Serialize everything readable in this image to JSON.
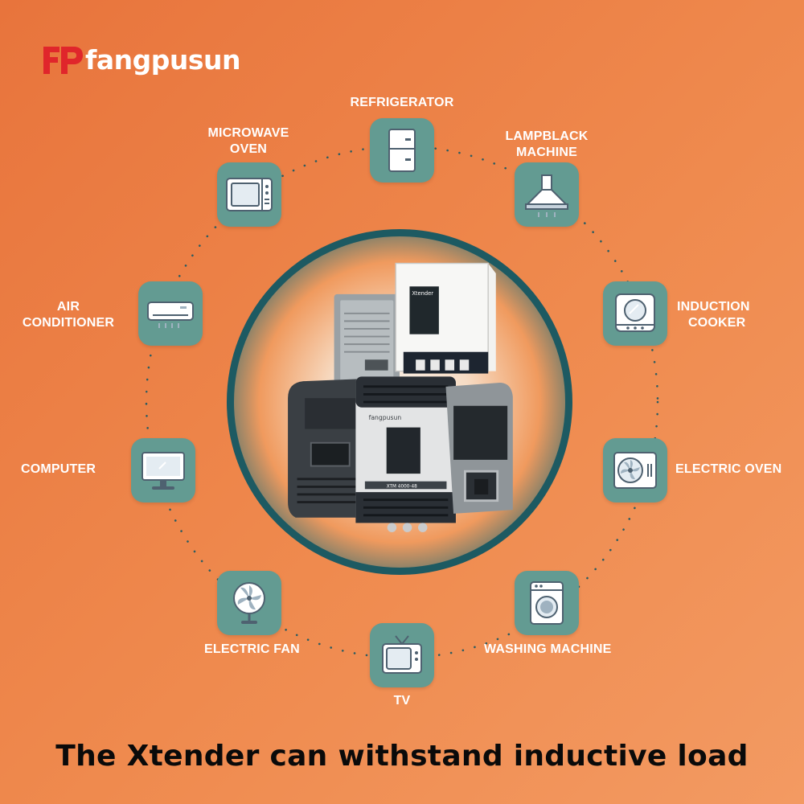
{
  "brand": {
    "name": "fangpusun",
    "mark_letters": "FP",
    "mark_color": "#e0262b",
    "text_color": "#ffffff"
  },
  "colors": {
    "background": "#ee8148",
    "tile": "#639b92",
    "hub_ring": "#1d5a62",
    "label": "#ffffff"
  },
  "appliances": [
    {
      "id": "refrigerator",
      "icon": "refrigerator-icon",
      "label_lines": [
        "REFRIGERATOR"
      ]
    },
    {
      "id": "lampblack-machine",
      "icon": "range-hood-icon",
      "label_lines": [
        "LAMPBLACK",
        "MACHINE"
      ]
    },
    {
      "id": "induction-cooker",
      "icon": "induction-cooker-icon",
      "label_lines": [
        "INDUCTION",
        "COOKER"
      ]
    },
    {
      "id": "electric-oven",
      "icon": "electric-oven-icon",
      "label_lines": [
        "ELECTRIC OVEN"
      ]
    },
    {
      "id": "washing-machine",
      "icon": "washing-machine-icon",
      "label_lines": [
        "WASHING MACHINE"
      ]
    },
    {
      "id": "tv",
      "icon": "tv-icon",
      "label_lines": [
        "TV"
      ]
    },
    {
      "id": "electric-fan",
      "icon": "electric-fan-icon",
      "label_lines": [
        "ELECTRIC FAN"
      ]
    },
    {
      "id": "computer",
      "icon": "computer-icon",
      "label_lines": [
        "COMPUTER"
      ]
    },
    {
      "id": "air-conditioner",
      "icon": "air-conditioner-icon",
      "label_lines": [
        "AIR",
        "CONDITIONER"
      ]
    },
    {
      "id": "microwave-oven",
      "icon": "microwave-icon",
      "label_lines": [
        "MICROWAVE",
        "OVEN"
      ]
    }
  ],
  "product": {
    "device_labels": [
      "Xtender",
      "fangpusun",
      "XTM 4000-48"
    ]
  },
  "caption": "The Xtender can withstand inductive load"
}
